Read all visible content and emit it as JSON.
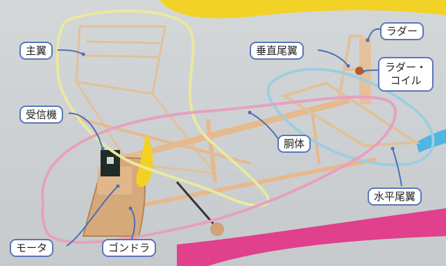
{
  "labels": {
    "main_wing": "主翼",
    "vertical_tail": "垂直尾翼",
    "rudder": "ラダー",
    "rudder_coil_line1": "ラダー・",
    "rudder_coil_line2": "コイル",
    "receiver": "受信機",
    "fuselage": "胴体",
    "horizontal_tail": "水平尾翼",
    "motor": "モータ",
    "gondola": "ゴンドラ"
  },
  "colors": {
    "label_border": "#5a76b8",
    "wing_outline": "#e9e8a0",
    "horizontal_tail_outline": "#9fcde0",
    "fuselage_outline": "#e7a0c0",
    "top_band": "#f3d21c",
    "right_band": "#4fb5e3",
    "bottom_band": "#e0408c"
  }
}
